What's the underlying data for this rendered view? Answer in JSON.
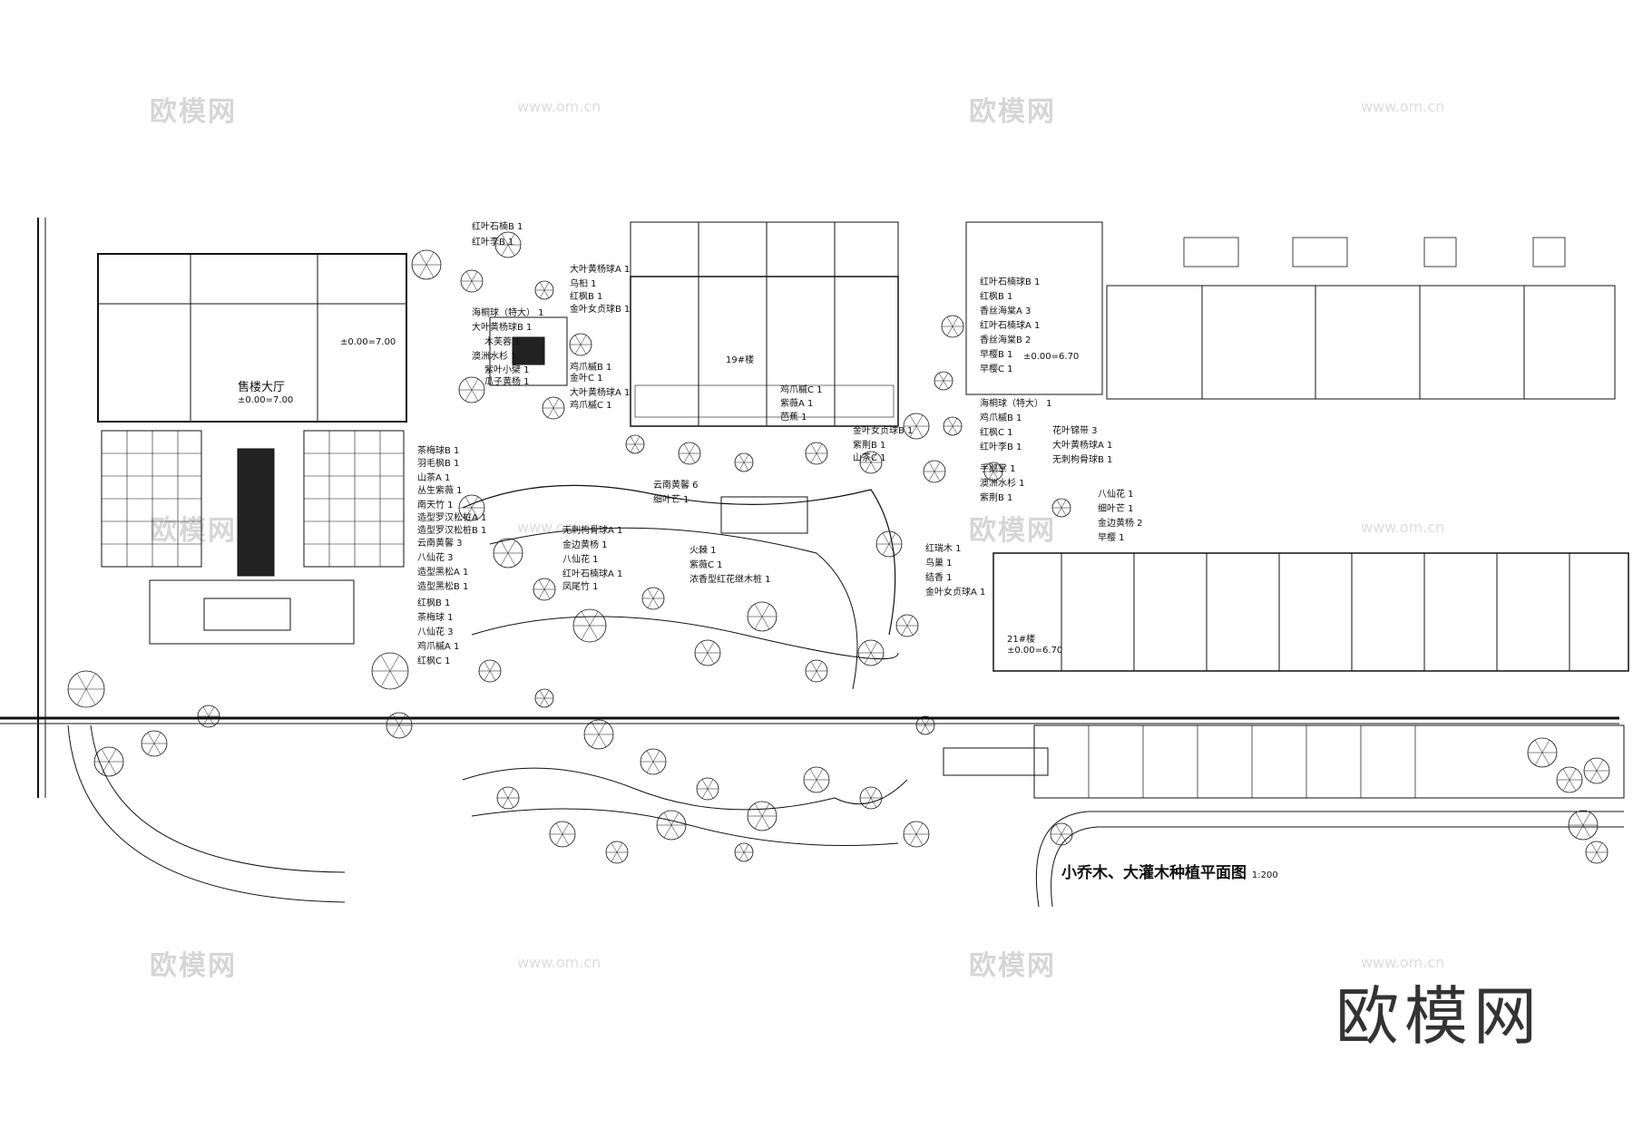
{
  "watermark": {
    "logo": "欧模网",
    "url": "www.om.cn"
  },
  "brand_logo": "欧模网",
  "drawing": {
    "title": "小乔木、大灌木种植平面图",
    "scale": "1:200",
    "hall_name": "售楼大厅",
    "elevation_1": "±0.00=7.00",
    "elevation_2": "±0.00=6.70",
    "building_9": "19#楼",
    "building_21": "21#楼"
  },
  "plant_labels": [
    "红叶石楠B 1",
    "红叶李B 1",
    "大叶黄杨球A 1",
    "乌桕 1",
    "红枫B 1",
    "金叶女贞球B 1",
    "海桐球（特大） 1",
    "大叶黄杨球B 1",
    "木芙蓉 1",
    "澳洲水杉 1",
    "紫叶小檗 1",
    "瓜子黄杨 1",
    "鸡爪槭B 1",
    "金叶C 1",
    "大叶黄杨球A 1",
    "鸡爪槭C 1",
    "茶梅球B 1",
    "羽毛枫B 1",
    "山茶A 1",
    "丛生紫薇 1",
    "南天竹 1",
    "造型罗汉松桩A 1",
    "造型罗汉松桩B 1",
    "云南黄馨 3",
    "八仙花 3",
    "造型黑松A 1",
    "造型黑松B 1",
    "红枫B 1",
    "茶梅球 1",
    "八仙花 3",
    "鸡爪槭A 1",
    "红枫C 1",
    "云南黄馨 6",
    "细叶芒 1",
    "无刺枸骨球A 1",
    "金边黄杨 1",
    "八仙花 1",
    "红叶石楠球A 1",
    "凤尾竹 1",
    "火棘 1",
    "紫薇C 1",
    "浓香型红花继木桩 1",
    "鸡爪槭C 1",
    "紫薇A 1",
    "芭蕉 1",
    "金叶女贞球B 1",
    "紫荆B 1",
    "山茶C 1",
    "红叶石楠球B 1",
    "红枫B 1",
    "香丝海棠A 3",
    "红叶石楠球A 1",
    "香丝海棠B 2",
    "早樱B 1",
    "早樱C 1",
    "海桐球（特大） 1",
    "鸡爪槭B 1",
    "红枫C 1",
    "红叶李B 1",
    "手鹅掌 1",
    "澳洲水杉 1",
    "紫荆B 1",
    "花叶锦带 3",
    "大叶黄杨球A 1",
    "无刺枸骨球B 1",
    "八仙花 1",
    "细叶芒 1",
    "金边黄杨 2",
    "早樱 1",
    "红瑞木 1",
    "鸟巢 1",
    "结香 1",
    "金叶女贞球A 1"
  ]
}
